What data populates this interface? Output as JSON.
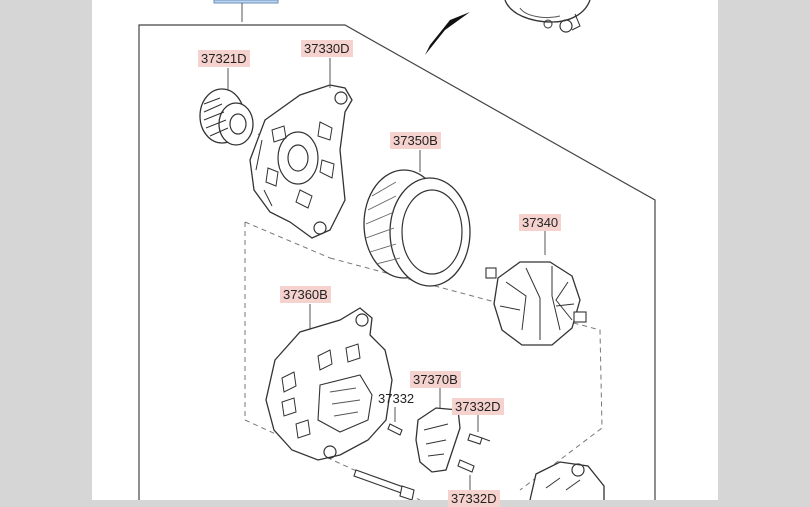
{
  "diagram": {
    "parts": [
      {
        "id": "p1",
        "number": "37321D",
        "highlighted": true
      },
      {
        "id": "p2",
        "number": "37330D",
        "highlighted": true
      },
      {
        "id": "p3",
        "number": "37350B",
        "highlighted": true
      },
      {
        "id": "p4",
        "number": "37340",
        "highlighted": true
      },
      {
        "id": "p5",
        "number": "37360B",
        "highlighted": true
      },
      {
        "id": "p6",
        "number": "37370B",
        "highlighted": true
      },
      {
        "id": "p7",
        "number": "37332",
        "highlighted": false
      },
      {
        "id": "p8",
        "number": "37332D",
        "highlighted": true
      },
      {
        "id": "p9",
        "number": "37332D",
        "highlighted": true
      }
    ],
    "colors": {
      "callout_bg": "#f6d2cf",
      "line": "#333333",
      "page_bg": "#d6d6d6",
      "sheet_bg": "#ffffff",
      "tab_accent": "#bcd6f2"
    }
  }
}
